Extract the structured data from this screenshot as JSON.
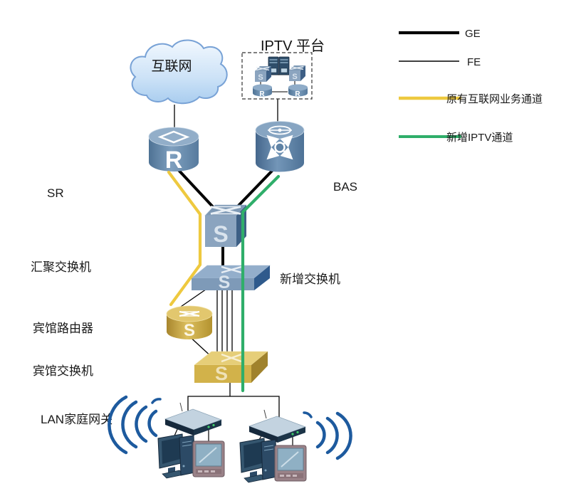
{
  "legend": {
    "ge": "GE",
    "fe": "FE",
    "yellow": "原有互联网业务通道",
    "green": "新增IPTV通道"
  },
  "labels": {
    "internet": "互联网",
    "iptv_title": "IPTV 平台",
    "sr": "SR",
    "bas": "BAS",
    "agg_switch": "汇聚交换机",
    "new_switch": "新增交换机",
    "hotel_router": "宾馆路由器",
    "hotel_switch": "宾馆交换机",
    "lan_gateway": "LAN家庭网关"
  },
  "glyphs": {
    "router": "R",
    "switch": "S"
  },
  "colors": {
    "ge_line": "#000000",
    "fe_line": "#000000",
    "legacy_internet_channel": "#EEC93F",
    "new_iptv_channel": "#2FAE6A",
    "device_blue_front": "#8BA4BF",
    "device_blue_side": "#3D5F85",
    "device_gold": "#D2B24A",
    "cloud_blue": "#B9D7F3",
    "wifi_blue": "#1D5A9E"
  }
}
